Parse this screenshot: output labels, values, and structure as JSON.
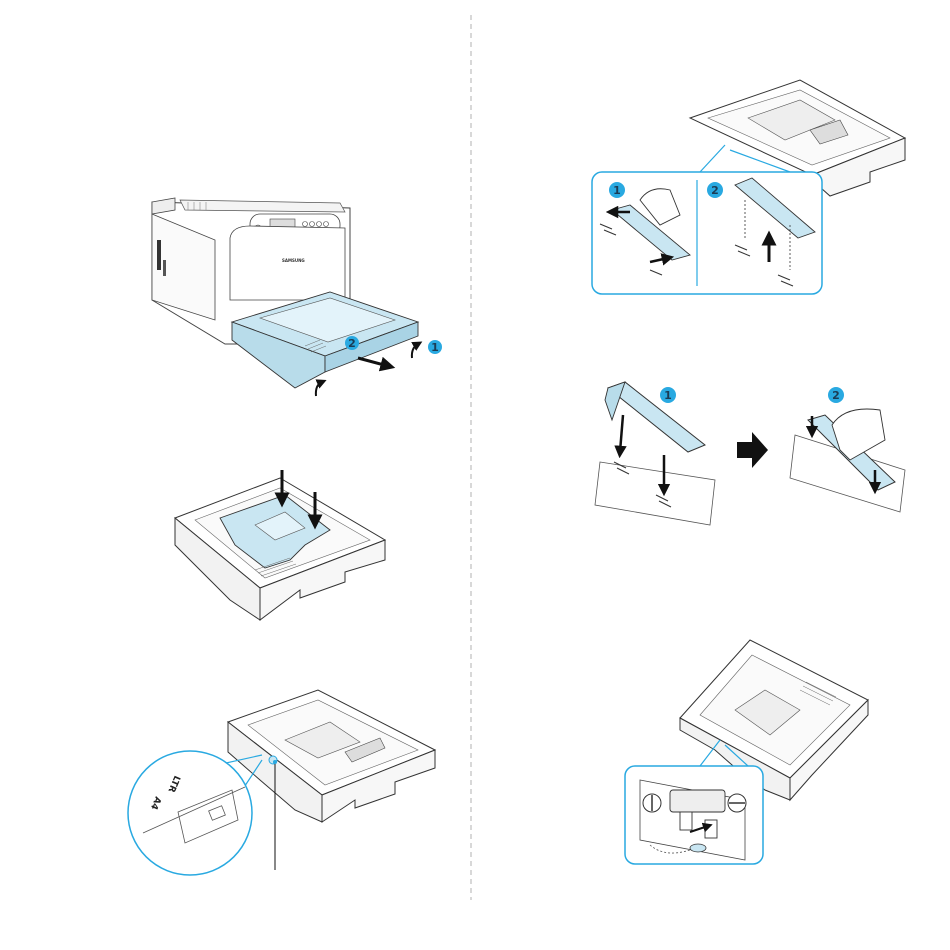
{
  "printer": {
    "brand": "SAMSUNG"
  },
  "figures": {
    "fig_remove_tray": {
      "step1": "1",
      "step2": "2"
    },
    "fig_guide_remove": {
      "step1": "1",
      "step2": "2"
    },
    "fig_guide_insert": {
      "step1": "1",
      "step2": "2"
    },
    "fig_size_indicator": {
      "size_a4": "A4",
      "size_ltr": "LTR"
    }
  },
  "colors": {
    "accent_blue": "#29a9e1",
    "part_fill": "#c9e6f2",
    "line": "#333333",
    "divider": "#b0b0b0"
  }
}
